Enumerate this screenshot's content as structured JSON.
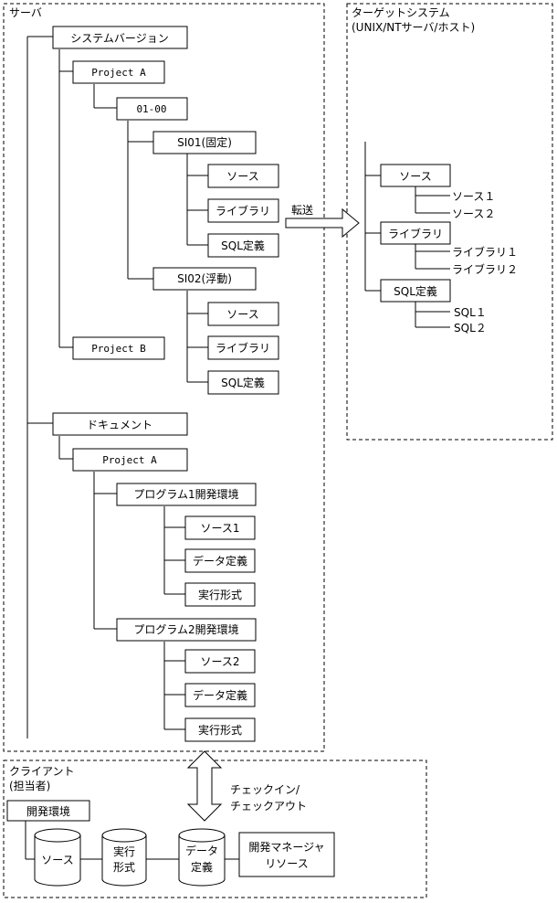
{
  "regions": {
    "server": "サーバ",
    "target_title": "ターゲットシステム",
    "target_subtitle": "(UNIX/NTサーバ/ホスト)",
    "client_title": "クライアント",
    "client_subtitle": "(担当者)"
  },
  "server": {
    "system_version": "システムバージョン",
    "project_a": "Project A",
    "version": "01-00",
    "si01": "SI01(固定)",
    "si01_source": "ソース",
    "si01_library": "ライブラリ",
    "si01_sql": "SQL定義",
    "si02": "SI02(浮動)",
    "si02_source": "ソース",
    "si02_library": "ライブラリ",
    "si02_sql": "SQL定義",
    "project_b": "Project B",
    "document": "ドキュメント",
    "doc_project_a": "Project A",
    "program1_env": "プログラム1開発環境",
    "p1_source": "ソース1",
    "p1_data": "データ定義",
    "p1_exec": "実行形式",
    "program2_env": "プログラム2開発環境",
    "p2_source": "ソース2",
    "p2_data": "データ定義",
    "p2_exec": "実行形式"
  },
  "transfer_label": "転送",
  "target": {
    "source": "ソース",
    "source_items": [
      "ソース１",
      "ソース２"
    ],
    "library": "ライブラリ",
    "library_items": [
      "ライブラリ１",
      "ライブラリ２"
    ],
    "sql": "SQL定義",
    "sql_items": [
      "SQL１",
      "SQL２"
    ]
  },
  "checkin": {
    "line1": "チェックイン/",
    "line2": "チェックアウト"
  },
  "client": {
    "dev_env": "開発環境",
    "source": "ソース",
    "exec_line1": "実行",
    "exec_line2": "形式",
    "data_line1": "データ",
    "data_line2": "定義",
    "manager_line1": "開発マネージャ",
    "manager_line2": "リソース"
  }
}
